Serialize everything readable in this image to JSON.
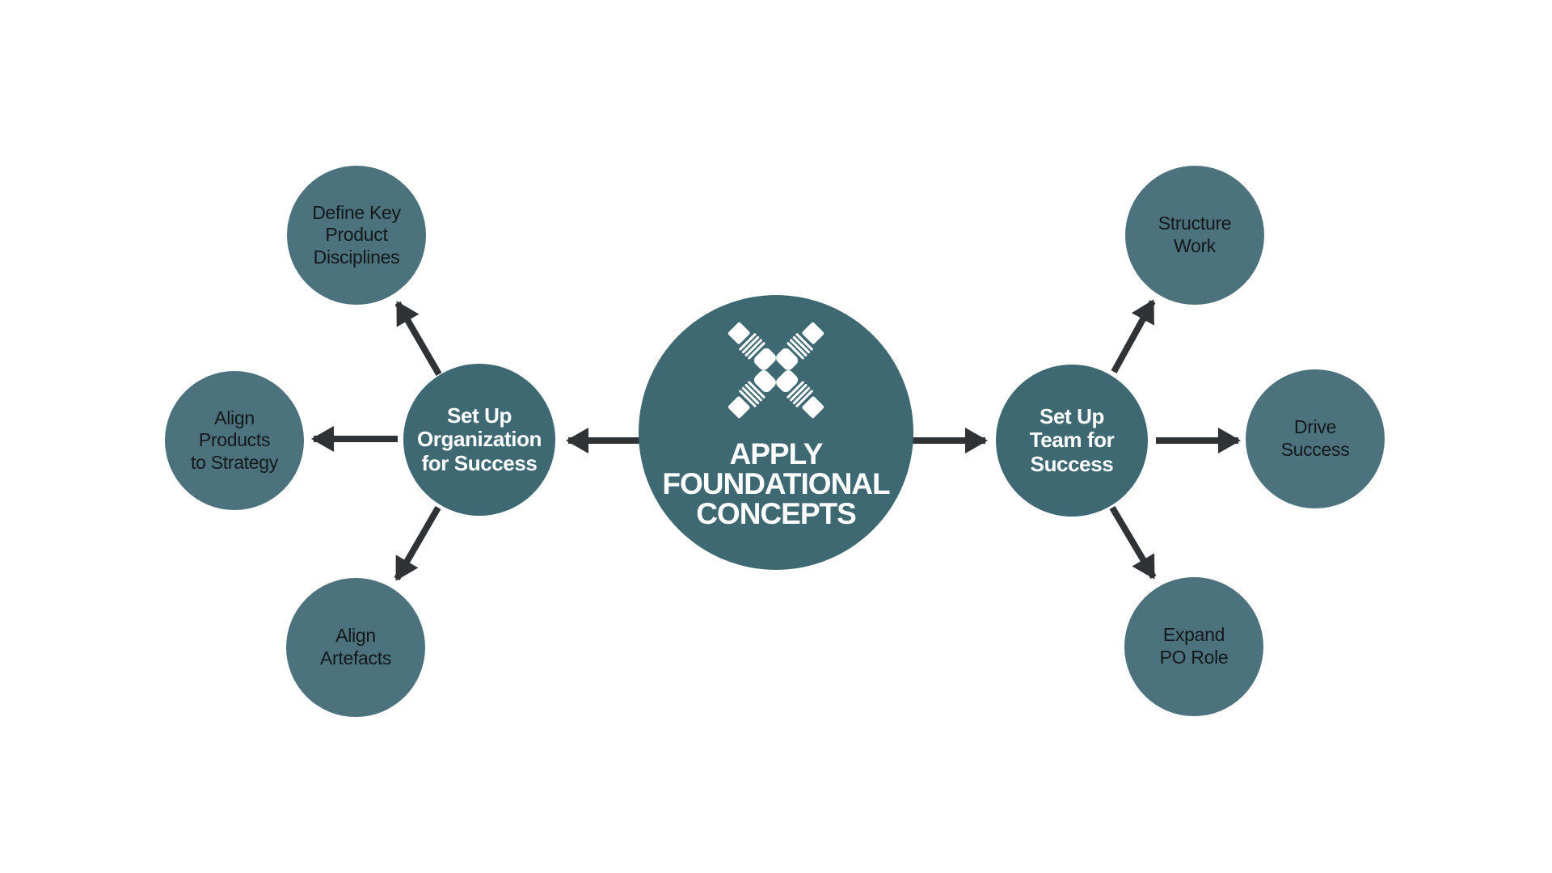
{
  "diagram_title": "APPLY FOUNDATIONAL CONCEPTS",
  "colors": {
    "primary_node": "#3E6973",
    "satellite_node": "#4B727D",
    "arrow": "#2F3336",
    "primary_text": "#FFFFFF",
    "satellite_text": "#14181A",
    "background": "#FFFFFF"
  },
  "center": {
    "icon": "four-hands-clasping-wrists-teamwork-icon",
    "lines": [
      "APPLY",
      "FOUNDATIONAL",
      "CONCEPTS"
    ]
  },
  "branches": {
    "organization": {
      "lines": [
        "Set Up",
        "Organization",
        "for Success"
      ],
      "children": {
        "define_key": {
          "lines": [
            "Define Key",
            "Product",
            "Disciplines"
          ]
        },
        "align_products": {
          "lines": [
            "Align",
            "Products",
            "to Strategy"
          ]
        },
        "align_artefacts": {
          "lines": [
            "Align",
            "Artefacts"
          ]
        }
      }
    },
    "team": {
      "lines": [
        "Set Up",
        "Team for",
        "Success"
      ],
      "children": {
        "structure_work": {
          "lines": [
            "Structure",
            "Work"
          ]
        },
        "drive_success": {
          "lines": [
            "Drive",
            "Success"
          ]
        },
        "expand_po_role": {
          "lines": [
            "Expand",
            "PO Role"
          ]
        }
      }
    }
  }
}
